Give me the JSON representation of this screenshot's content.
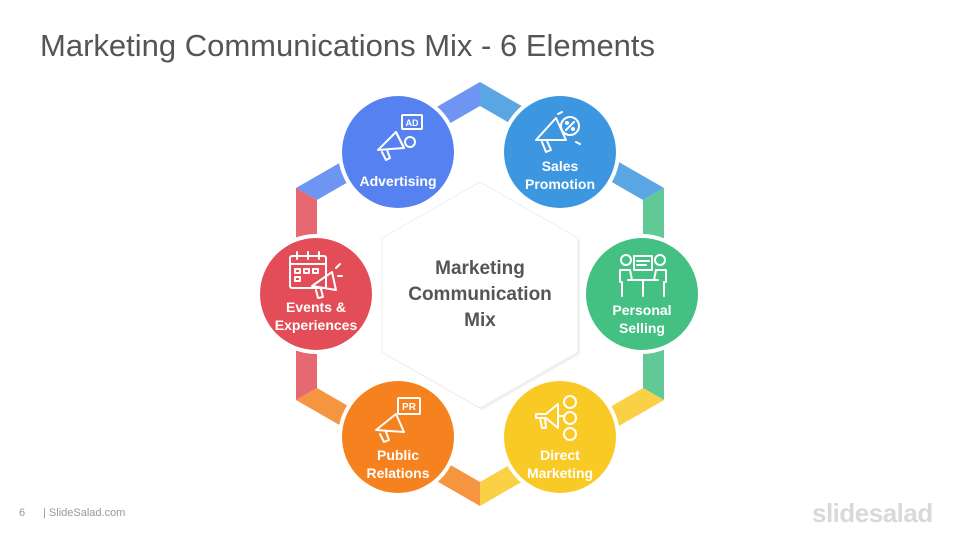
{
  "title": "Marketing Communications Mix - 6 Elements",
  "center": {
    "lines": [
      "Marketing",
      "Communication",
      "Mix"
    ]
  },
  "elements": [
    {
      "lines": [
        "Advertising"
      ],
      "color": "#5582f0",
      "icon": "megaphone-ad-icon",
      "icon_text": "AD"
    },
    {
      "lines": [
        "Sales",
        "Promotion"
      ],
      "color": "#3d96e0",
      "icon": "megaphone-discount-icon"
    },
    {
      "lines": [
        "Personal",
        "Selling"
      ],
      "color": "#44c083",
      "icon": "meeting-icon"
    },
    {
      "lines": [
        "Direct",
        "Marketing"
      ],
      "color": "#f9c925",
      "icon": "megaphone-audience-icon"
    },
    {
      "lines": [
        "Public",
        "Relations"
      ],
      "color": "#f5821f",
      "icon": "megaphone-pr-icon",
      "icon_text": "PR"
    },
    {
      "lines": [
        "Events &",
        "Experiences"
      ],
      "color": "#e24d57",
      "icon": "calendar-megaphone-icon"
    }
  ],
  "footer": {
    "page_number": "6",
    "site": "| SlideSalad.com",
    "brand": "slidesalad"
  }
}
